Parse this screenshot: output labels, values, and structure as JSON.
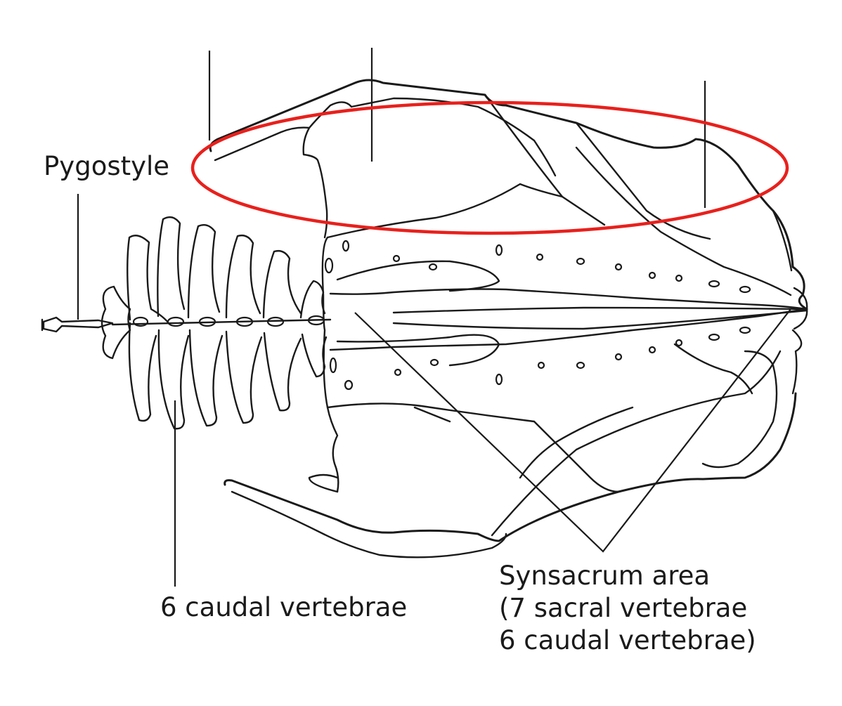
{
  "labels": {
    "pygostyle": "Pygostyle",
    "caudal": "6 caudal vertebrae",
    "synsacrum": [
      "Synsacrum area",
      "(7 sacral vertebrae",
      "6 caudal vertebrae)"
    ]
  },
  "colors": {
    "ink": "#1a1a1a",
    "highlight": "#e8201c",
    "background": "#ffffff"
  }
}
